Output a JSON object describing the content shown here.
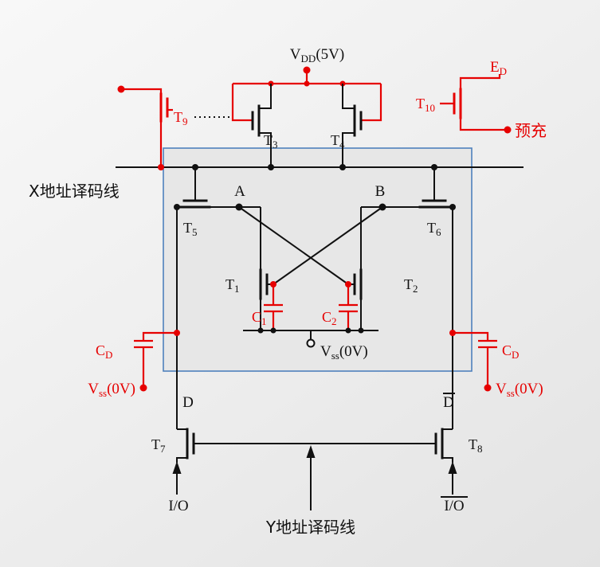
{
  "colors": {
    "black": "#111111",
    "red": "#e60000",
    "box_stroke": "#4f81bd",
    "box_fill": "#e7e7e7"
  },
  "power": {
    "vdd": {
      "main": "V",
      "sub": "DD",
      "suffix": "(5V)"
    },
    "vss_center": {
      "main": "V",
      "sub": "ss",
      "suffix": "(0V)"
    },
    "vss_left": {
      "main": "V",
      "sub": "ss",
      "suffix": "(0V)"
    },
    "vss_right": {
      "main": "V",
      "sub": "ss",
      "suffix": "(0V)"
    }
  },
  "signals": {
    "ed": {
      "main": "E",
      "sub": "D"
    },
    "precharge": "预充",
    "x_decode": "X地址译码线",
    "y_decode": "Y地址译码线",
    "node_a": "A",
    "node_b": "B",
    "d": "D",
    "d_bar": "D",
    "io": "I/O",
    "io_bar": "I/O"
  },
  "transistors": {
    "t1": {
      "main": "T",
      "sub": "1"
    },
    "t2": {
      "main": "T",
      "sub": "2"
    },
    "t3": {
      "main": "T",
      "sub": "3"
    },
    "t4": {
      "main": "T",
      "sub": "4"
    },
    "t5": {
      "main": "T",
      "sub": "5"
    },
    "t6": {
      "main": "T",
      "sub": "6"
    },
    "t7": {
      "main": "T",
      "sub": "7"
    },
    "t8": {
      "main": "T",
      "sub": "8"
    },
    "t9": {
      "main": "T",
      "sub": "9"
    },
    "t10": {
      "main": "T",
      "sub": "10"
    }
  },
  "capacitors": {
    "c1": {
      "main": "C",
      "sub": "1"
    },
    "c2": {
      "main": "C",
      "sub": "2"
    },
    "cd_left": {
      "main": "C",
      "sub": "D"
    },
    "cd_right": {
      "main": "C",
      "sub": "D"
    }
  }
}
